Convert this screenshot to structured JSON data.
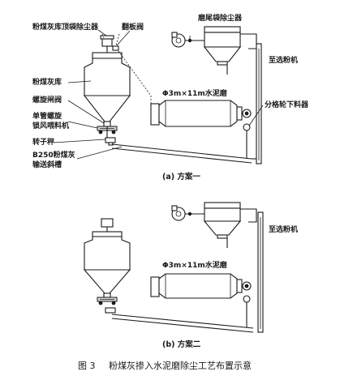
{
  "labels": {
    "top_dust_collector": "粉煤灰库顶袋除尘器",
    "flap_valve": "翻板阀",
    "mill_tail_collector": "磨尾袋除尘器",
    "to_separator": "至选粉机",
    "fly_ash_silo": "粉煤灰库",
    "spiral_gate": "螺旋闸阀",
    "mill_name": "Φ3m×11m水泥磨",
    "split_feeder": "分格轮下料器",
    "screw_feeder_1": "单管螺旋",
    "screw_feeder_2": "锁风喂料机",
    "rotor_scale": "转子秤",
    "chute_1": "B250粉煤灰",
    "chute_2": "输送斜槽"
  },
  "scheme_b": {
    "to_separator": "至选粉机",
    "mill_name": "Φ3m×11m水泥磨"
  },
  "captions": {
    "scheme_a": "(a) 方案一",
    "scheme_b": "(b) 方案二"
  },
  "figure": {
    "number": "图 3",
    "title": "粉煤灰掺入水泥磨除尘工艺布置示意"
  }
}
